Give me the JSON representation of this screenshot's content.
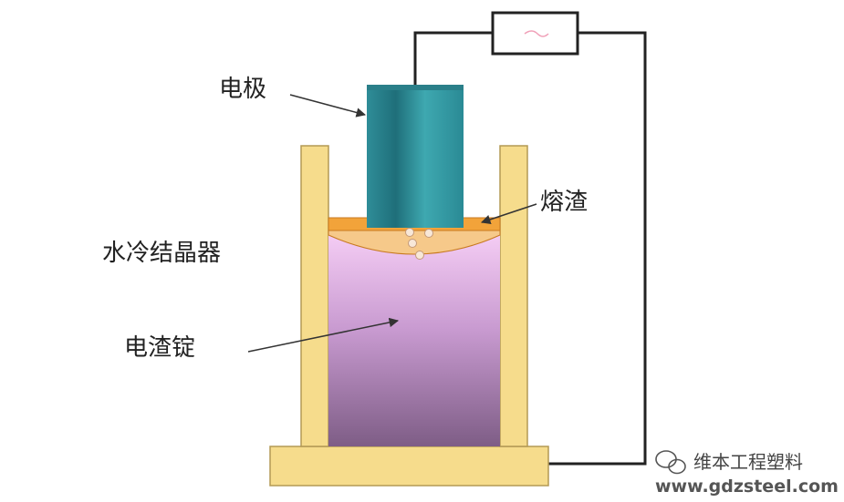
{
  "labels": {
    "electrode": "电极",
    "molten_slag": "熔渣",
    "water_cooled_crystallizer": "水冷结晶器",
    "esr_ingot": "电渣锭"
  },
  "watermark": {
    "brand": "维本工程塑料",
    "website": "www.gdzsteel.com"
  },
  "colors": {
    "mold_wall": "#f6dc8c",
    "mold_outline": "#b49a55",
    "slag": "#f2a33a",
    "slag_pool": "#f6c98a",
    "ingot_top": "#f2c6f2",
    "ingot_bottom": "#7e5d86",
    "electrode_light": "#3a9aa4",
    "electrode_dark": "#1d6a74",
    "wire": "#222222"
  },
  "icons": {
    "power_source": "resistor-icon",
    "wechat_logo": "wechat-icon"
  }
}
